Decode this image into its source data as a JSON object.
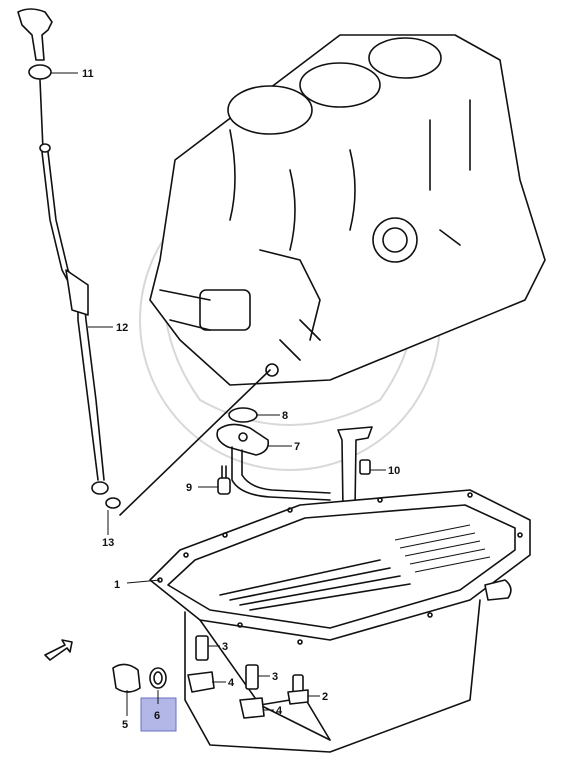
{
  "callouts": [
    {
      "id": "c1",
      "label": "1"
    },
    {
      "id": "c2",
      "label": "2"
    },
    {
      "id": "c3a",
      "label": "3"
    },
    {
      "id": "c3b",
      "label": "3"
    },
    {
      "id": "c4a",
      "label": "4"
    },
    {
      "id": "c4b",
      "label": "4"
    },
    {
      "id": "c5",
      "label": "5"
    },
    {
      "id": "c6",
      "label": "6",
      "highlighted": true
    },
    {
      "id": "c7",
      "label": "7"
    },
    {
      "id": "c8",
      "label": "8"
    },
    {
      "id": "c9",
      "label": "9"
    },
    {
      "id": "c10",
      "label": "10"
    },
    {
      "id": "c11",
      "label": "11"
    },
    {
      "id": "c12",
      "label": "12"
    },
    {
      "id": "c13",
      "label": "13"
    }
  ],
  "highlight_color": "#b3b7e8"
}
